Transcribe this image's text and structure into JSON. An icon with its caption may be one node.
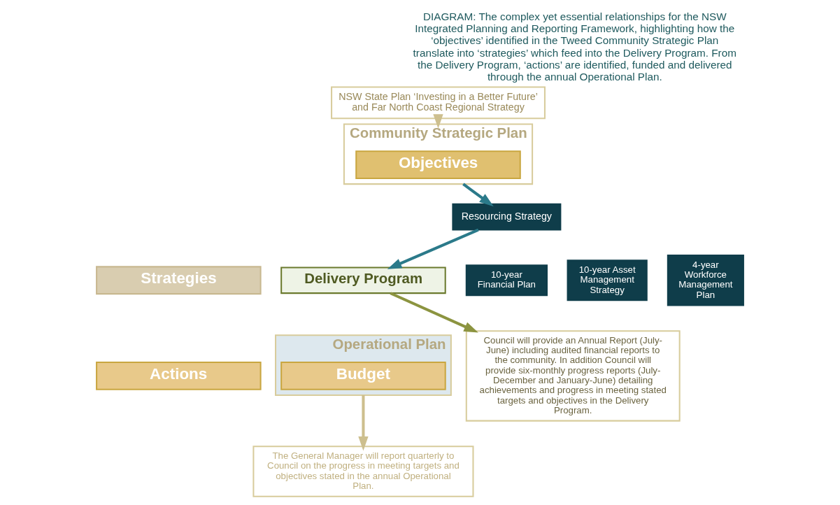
{
  "diagram": {
    "caption": "DIAGRAM: The complex yet essential relationships for the NSW Integrated Planning and Reporting Framework, highlighting how the ‘objectives’ identified in the Tweed Community Strategic Plan translate into ‘strategies’ which feed into the Delivery Program. From the Delivery Program, ‘actions’ are identified, funded and delivered through the annual Operational Plan.",
    "nodes": [
      {
        "text": [
          "NSW State Plan ‘Investing in a Better Future’ and Far North Coast Regional Strategy"
        ]
      },
      {
        "text": [
          "Community Strategic Plan"
        ]
      },
      {
        "text": [
          "Objectives"
        ],
        "in": 1
      },
      {
        "text": [
          "Strategies"
        ]
      },
      {
        "text": [
          "Delivery Program"
        ]
      },
      {
        "text": [
          "Actions"
        ]
      },
      {
        "text": [
          "Operational Plan"
        ]
      },
      {
        "text": [
          "Budget"
        ],
        "in": 6
      },
      {
        "text": [
          "Resourcing Strategy"
        ]
      },
      {
        "text": [
          "10-year Financial Plan"
        ]
      },
      {
        "text": [
          "10-year Asset Management Strategy"
        ]
      },
      {
        "text": [
          "4-year Workforce Management Plan"
        ]
      },
      {
        "text": [
          "Council will provide an Annual Report (July-June) including audited financial reports to the community. In addition Council will provide six-monthly progress reports (July-December and January-June) detailing achievements and progress in meeting stated targets and objectives in the Delivery Program."
        ]
      },
      {
        "text": [
          "The General Manager will report quarterly to Council on the progress in meeting targets and objectives stated in the annual Operational Plan."
        ]
      }
    ],
    "edges": [
      {
        "from": 0,
        "to": 1,
        "arrow": "to",
        "color": "#cdbf8e"
      },
      {
        "from": 1,
        "to": 8,
        "arrow": "to",
        "color": "#2b7a8a"
      },
      {
        "from": 8,
        "to": 4,
        "arrow": "to",
        "color": "#2b7a8a"
      },
      {
        "from": 4,
        "to": 12,
        "arrow": "to",
        "color": "#8c9440"
      },
      {
        "from": 6,
        "to": 13,
        "arrow": "to",
        "color": "#cdbf8e"
      }
    ]
  }
}
